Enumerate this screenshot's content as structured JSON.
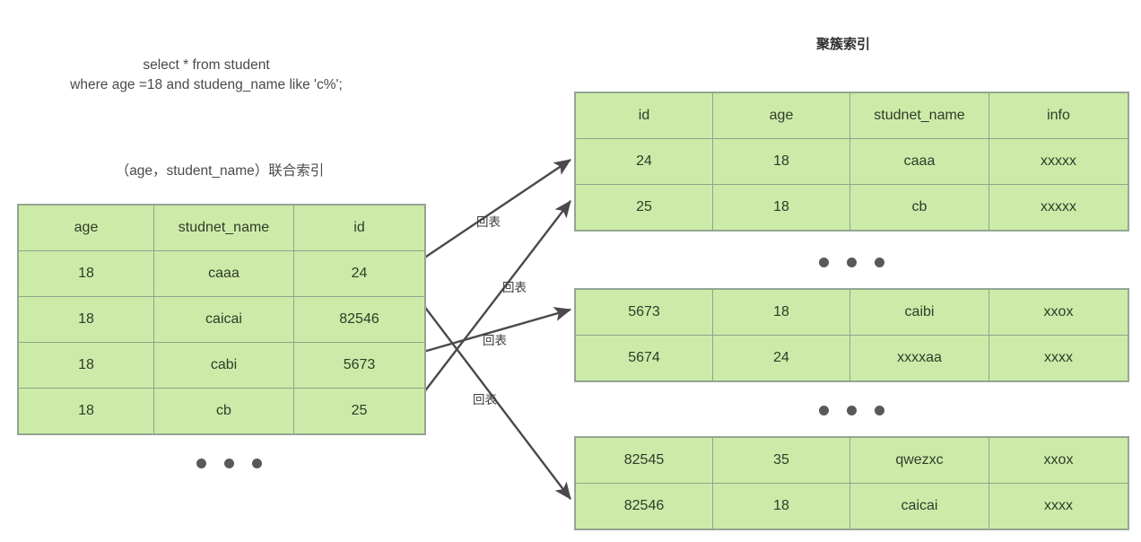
{
  "query": {
    "lines": [
      "select * from student",
      "where age =18 and studeng_name like 'c%';"
    ]
  },
  "left_section": {
    "caption": "（age，student_name）联合索引",
    "table": {
      "headers": [
        "age",
        "studnet_name",
        "id"
      ],
      "rows": [
        [
          "18",
          "caaa",
          "24"
        ],
        [
          "18",
          "caicai",
          "82546"
        ],
        [
          "18",
          "cabi",
          "5673"
        ],
        [
          "18",
          "cb",
          "25"
        ]
      ]
    },
    "ellipsis": "•••"
  },
  "right_section": {
    "caption": "聚簇索引",
    "headers": [
      "id",
      "age",
      "studnet_name",
      "info"
    ],
    "tables": [
      {
        "has_header": true,
        "rows": [
          [
            "24",
            "18",
            "caaa",
            "xxxxx"
          ],
          [
            "25",
            "18",
            "cb",
            "xxxxx"
          ]
        ]
      },
      {
        "has_header": false,
        "rows": [
          [
            "5673",
            "18",
            "caibi",
            "xxox"
          ],
          [
            "5674",
            "24",
            "xxxxaa",
            "xxxx"
          ]
        ]
      },
      {
        "has_header": false,
        "rows": [
          [
            "82545",
            "35",
            "qwezxc",
            "xxox"
          ],
          [
            "82546",
            "18",
            "caicai",
            "xxxx"
          ]
        ]
      }
    ],
    "ellipsis": "•••"
  },
  "arrows": [
    {
      "label": "回表"
    },
    {
      "label": "回表"
    },
    {
      "label": "回表"
    },
    {
      "label": "回表"
    }
  ],
  "colors": {
    "cell_fill": "#cdeba8",
    "cell_border": "#8fa38c",
    "text": "#2e3c2a",
    "arrow": "#4a4a4a",
    "dot": "#595959"
  }
}
